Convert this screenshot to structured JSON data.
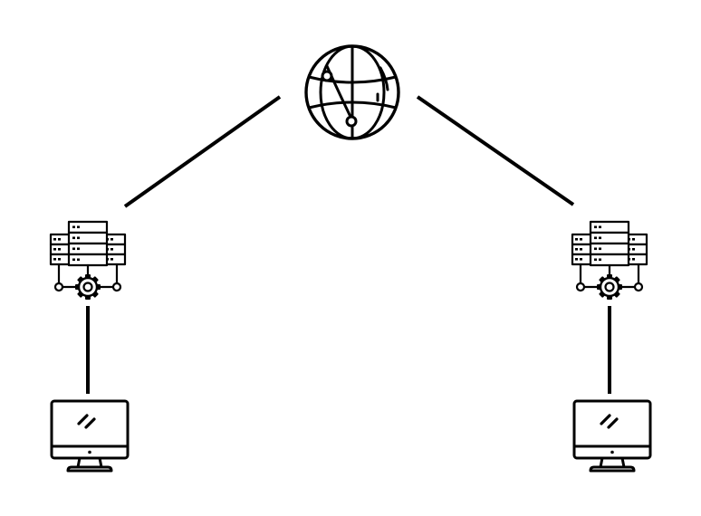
{
  "diagram": {
    "type": "network-topology",
    "colors": {
      "stroke": "#000000",
      "background": "#ffffff"
    },
    "nodes": [
      {
        "id": "internet",
        "icon": "globe-icon"
      },
      {
        "id": "server-left",
        "icon": "server-rack-gear-icon"
      },
      {
        "id": "server-right",
        "icon": "server-rack-gear-icon"
      },
      {
        "id": "computer-left",
        "icon": "desktop-monitor-icon"
      },
      {
        "id": "computer-right",
        "icon": "desktop-monitor-icon"
      }
    ],
    "edges": [
      {
        "from": "internet",
        "to": "server-left"
      },
      {
        "from": "internet",
        "to": "server-right"
      },
      {
        "from": "server-left",
        "to": "computer-left"
      },
      {
        "from": "server-right",
        "to": "computer-right"
      }
    ]
  }
}
